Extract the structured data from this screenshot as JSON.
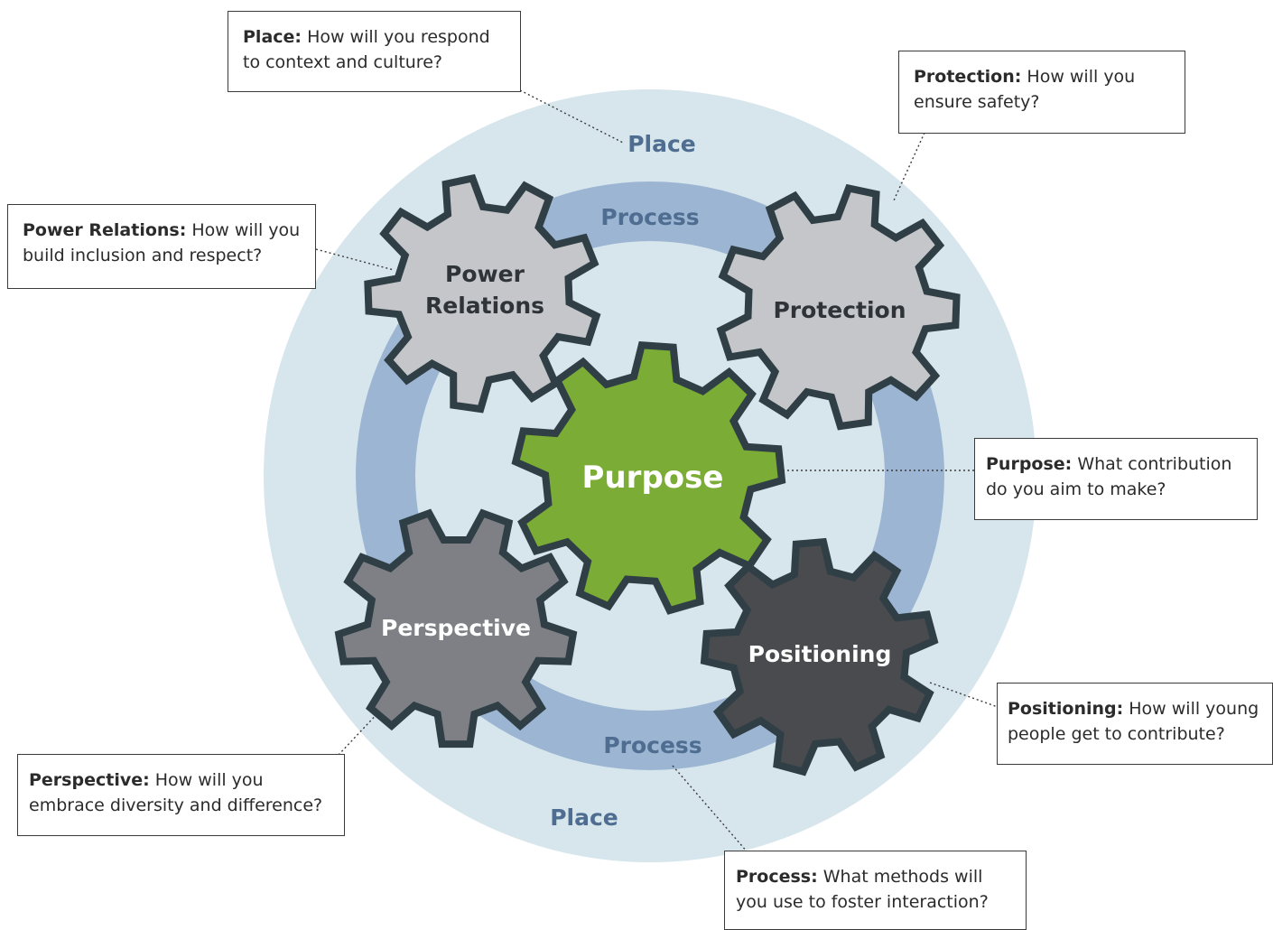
{
  "colors": {
    "outer_ring": "#d7e6ec",
    "process_ring": "#9bb5d3",
    "inner_disc": "#d7e6ec",
    "ring_text": "#4e6d91",
    "gear_stroke": "#2f3f45",
    "gear_light": "#c5c6c9",
    "gear_purpose": "#7aac36",
    "gear_mid": "#7f8085",
    "gear_dark": "#4a4b4e"
  },
  "ring_labels": {
    "place_top": "Place",
    "place_bottom": "Place",
    "process_top": "Process",
    "process_bottom": "Process"
  },
  "gears": {
    "power_relations": {
      "line1": "Power",
      "line2": "Relations"
    },
    "protection": {
      "label": "Protection"
    },
    "purpose": {
      "label": "Purpose"
    },
    "perspective": {
      "label": "Perspective"
    },
    "positioning": {
      "label": "Positioning"
    }
  },
  "callouts": {
    "place": {
      "term": "Place:",
      "question": "How will you respond to context and culture?"
    },
    "protection": {
      "term": "Protection:",
      "question": "How will you ensure safety?"
    },
    "power_relations": {
      "term": "Power Relations:",
      "question": "How will you build inclusion and respect?"
    },
    "purpose": {
      "term": "Purpose:",
      "question": "What contribution do you aim to make?"
    },
    "positioning": {
      "term": "Positioning:",
      "question": "How will young people get to contribute?"
    },
    "perspective": {
      "term": "Perspective:",
      "question": "How will you embrace diversity and difference?"
    },
    "process": {
      "term": "Process:",
      "question": "What methods will you use to foster interaction?"
    }
  }
}
